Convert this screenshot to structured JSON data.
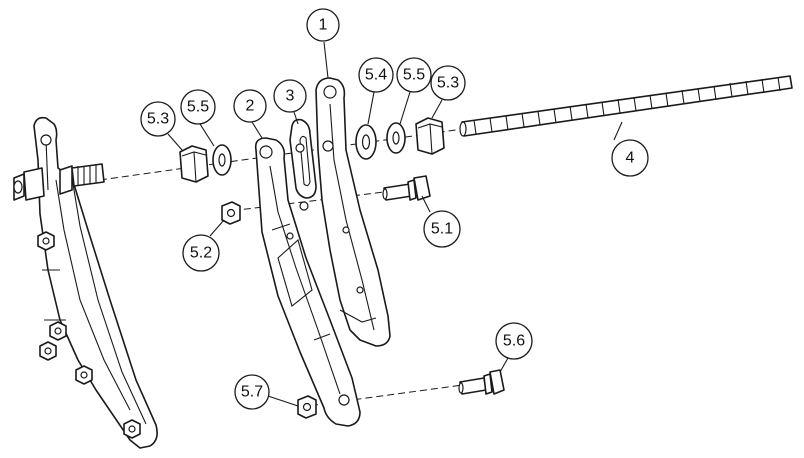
{
  "callouts": {
    "c1": "1",
    "c2": "2",
    "c3": "3",
    "c4": "4",
    "c51": "5.1",
    "c52": "5.2",
    "c53a": "5.3",
    "c53b": "5.3",
    "c54": "5.4",
    "c55a": "5.5",
    "c55b": "5.5",
    "c56": "5.6",
    "c57": "5.7"
  }
}
